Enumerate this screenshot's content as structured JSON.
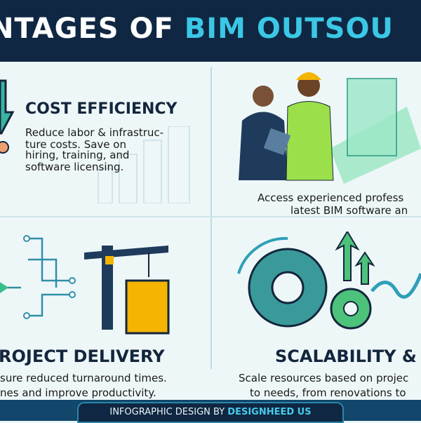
{
  "header": {
    "title_prefix": "NTAGES OF ",
    "title_highlight": "BIM OUTSOU"
  },
  "panels": {
    "cost": {
      "title": "COST EFFICIENCY",
      "lines": [
        "Reduce labor & infrastruc-",
        "ture costs. Save on",
        "hiring, training, and",
        "software licensing."
      ]
    },
    "expertise": {
      "lines": [
        "Access experienced profess",
        "latest BIM software an"
      ]
    },
    "delivery": {
      "title": "ROJECT DELIVERY",
      "lines": [
        "sure reduced turnaround times.",
        "nes and improve productivity."
      ]
    },
    "scalability": {
      "title": "SCALABILITY & F",
      "lines": [
        "Scale resources based on projec",
        "to needs, from renovations to"
      ]
    }
  },
  "footer": {
    "prefix": "INFOGRAPHIC DESIGN BY ",
    "brand": "DESIGNHEED US"
  },
  "colors": {
    "navy": "#0f2742",
    "accent": "#3bc7e6",
    "green": "#4cc27a"
  }
}
